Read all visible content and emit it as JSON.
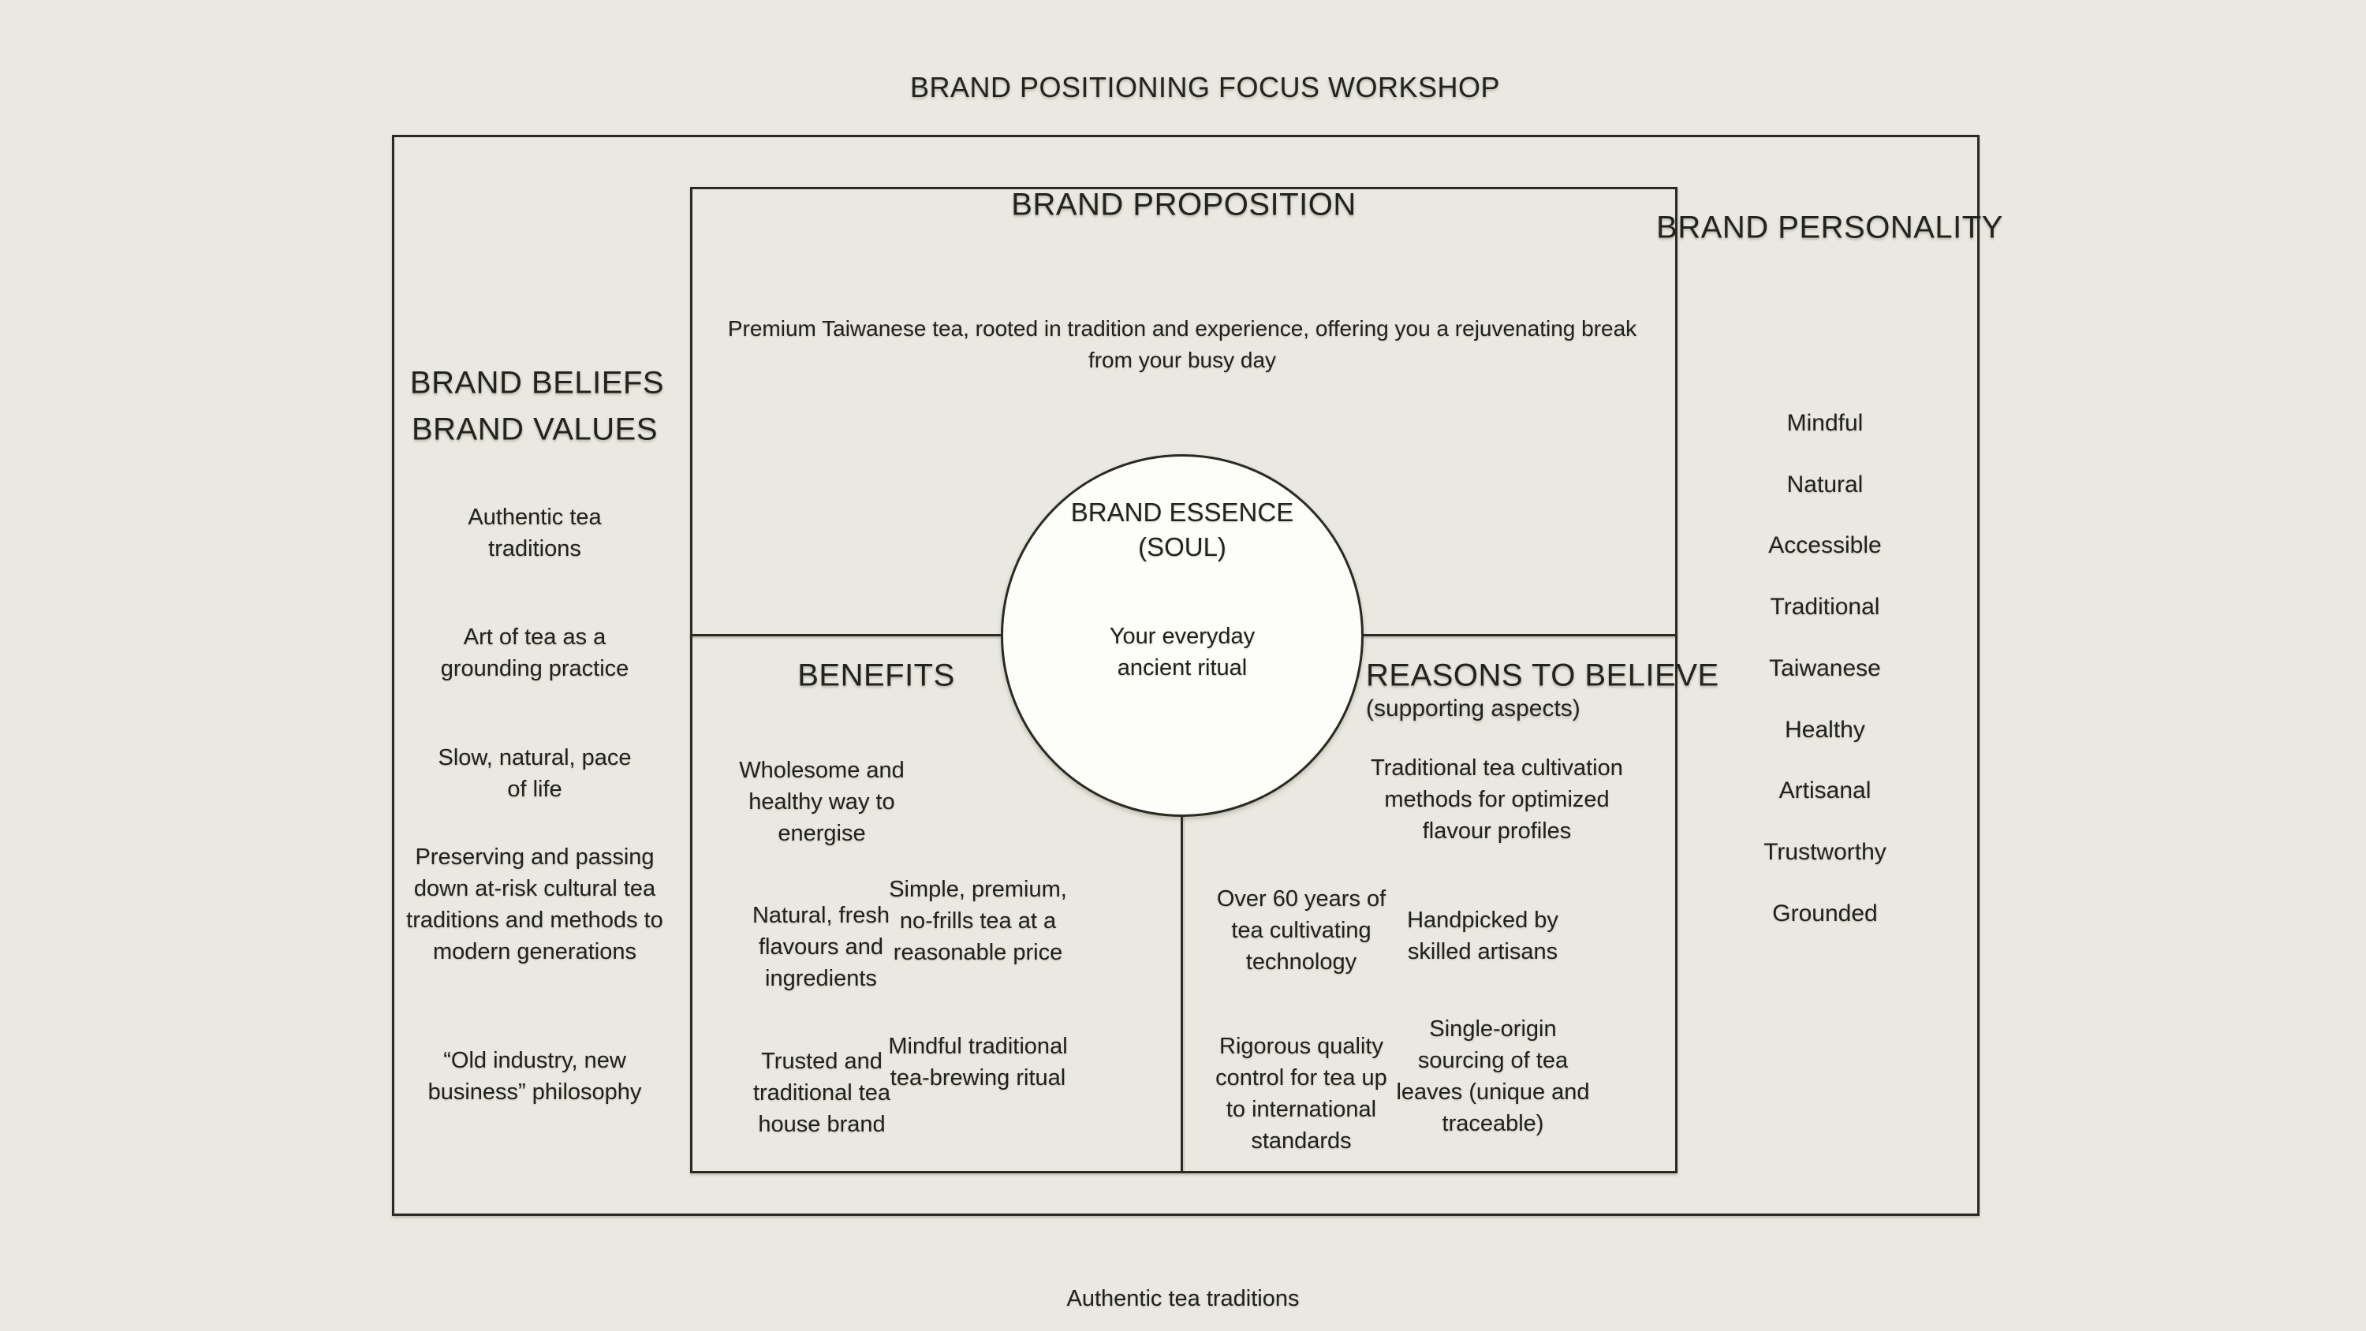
{
  "page": {
    "title": "BRAND POSITIONING FOCUS WORKSHOP",
    "footer": "Authentic tea traditions"
  },
  "colors": {
    "background": "#eae9e1",
    "line": "#2a2a23",
    "text": "#21211b",
    "circle_fill": "#fdfdf9"
  },
  "proposition": {
    "header": "BRAND PROPOSITION",
    "text": [
      "Premium Taiwanese tea, rooted in tradition and experience, offering you a rejuvenating break",
      "from your busy day"
    ]
  },
  "essence": {
    "header": [
      "BRAND ESSENCE",
      "(SOUL)"
    ],
    "text": [
      "Your everyday",
      "ancient ritual"
    ]
  },
  "beliefs": {
    "header_line1": "BRAND BELIEFS",
    "header_line2": "BRAND VALUES",
    "items": [
      [
        "Authentic tea",
        "traditions"
      ],
      [
        "Art of tea as a",
        "grounding practice"
      ],
      [
        "Slow, natural, pace",
        "of life"
      ],
      [
        "Preserving and passing",
        "down at-risk cultural tea",
        "traditions and methods to",
        "modern generations"
      ],
      [
        "“Old industry, new",
        "business” philosophy"
      ]
    ]
  },
  "benefits": {
    "header": "BENEFITS",
    "items": [
      [
        "Wholesome and",
        "healthy way to",
        "energise"
      ],
      [
        "Natural, fresh",
        "flavours and",
        "ingredients"
      ],
      [
        "Simple, premium,",
        "no-frills tea at a",
        "reasonable price"
      ],
      [
        "Trusted and",
        "traditional tea",
        "house brand"
      ],
      [
        "Mindful traditional",
        "tea-brewing ritual"
      ]
    ]
  },
  "reasons": {
    "header": "REASONS TO BELIEVE",
    "subheader": "(supporting aspects)",
    "items": [
      [
        "Traditional tea cultivation",
        "methods for optimized",
        "flavour profiles"
      ],
      [
        "Over 60 years of",
        "tea cultivating",
        "technology"
      ],
      [
        "Handpicked by",
        "skilled artisans"
      ],
      [
        "Rigorous quality",
        "control for tea up",
        "to international",
        "standards"
      ],
      [
        "Single-origin",
        "sourcing of tea",
        "leaves (unique and",
        "traceable)"
      ]
    ]
  },
  "personality": {
    "header": "BRAND PERSONALITY",
    "items": [
      "Mindful",
      "Natural",
      "Accessible",
      "Traditional",
      "Taiwanese",
      "Healthy",
      "Artisanal",
      "Trustworthy",
      "Grounded"
    ]
  }
}
